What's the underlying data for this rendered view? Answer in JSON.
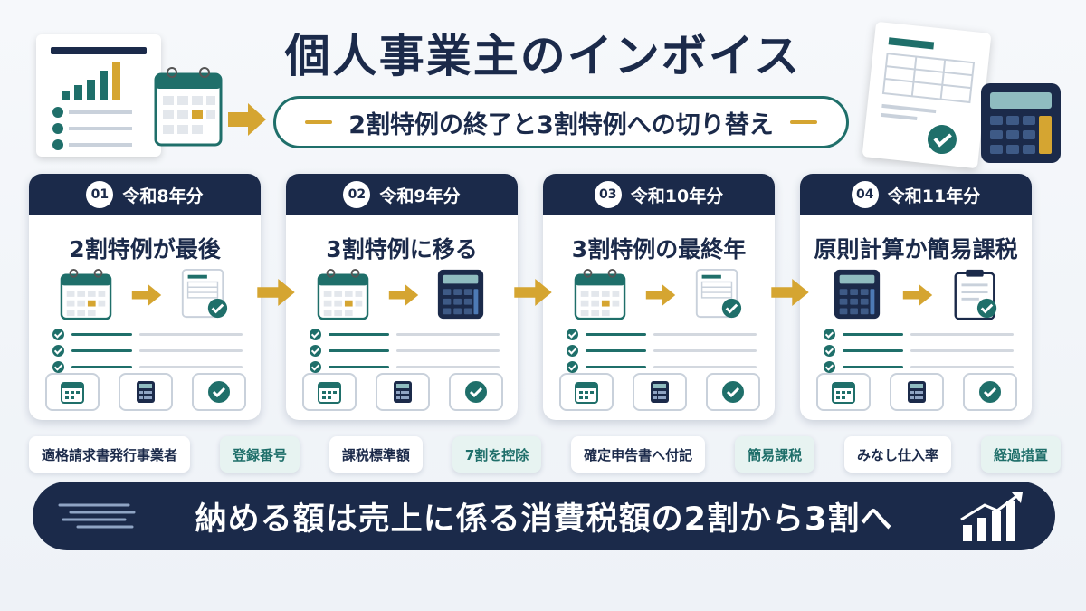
{
  "header": {
    "title": "個人事業主のインボイス",
    "subtitle": "2割特例の終了と3割特例への切り替え"
  },
  "steps": [
    {
      "num": "01",
      "period": "令和8年分",
      "title": "2割特例が最後",
      "illus": "calendar-to-document"
    },
    {
      "num": "02",
      "period": "令和9年分",
      "title": "3割特例に移る",
      "illus": "calendar-to-calculator"
    },
    {
      "num": "03",
      "period": "令和10年分",
      "title": "3割特例の最終年",
      "illus": "calendar-to-document"
    },
    {
      "num": "04",
      "period": "令和11年分",
      "title": "原則計算か簡易課税",
      "illus": "calculator-to-clipboard"
    }
  ],
  "keywords": [
    {
      "label": "適格請求書発行事業者",
      "style": "plain"
    },
    {
      "label": "登録番号",
      "style": "teal"
    },
    {
      "label": "課税標準額",
      "style": "plain"
    },
    {
      "label": "7割を控除",
      "style": "teal"
    },
    {
      "label": "確定申告書へ付記",
      "style": "plain"
    },
    {
      "label": "簡易課税",
      "style": "teal"
    },
    {
      "label": "みなし仕入率",
      "style": "plain"
    },
    {
      "label": "経過措置",
      "style": "teal"
    }
  ],
  "banner": {
    "text": "納める額は売上に係る消費税額の2割から3割へ"
  },
  "colors": {
    "navy": "#1b2a4a",
    "teal": "#1f6f6a",
    "gold": "#d5a531"
  }
}
